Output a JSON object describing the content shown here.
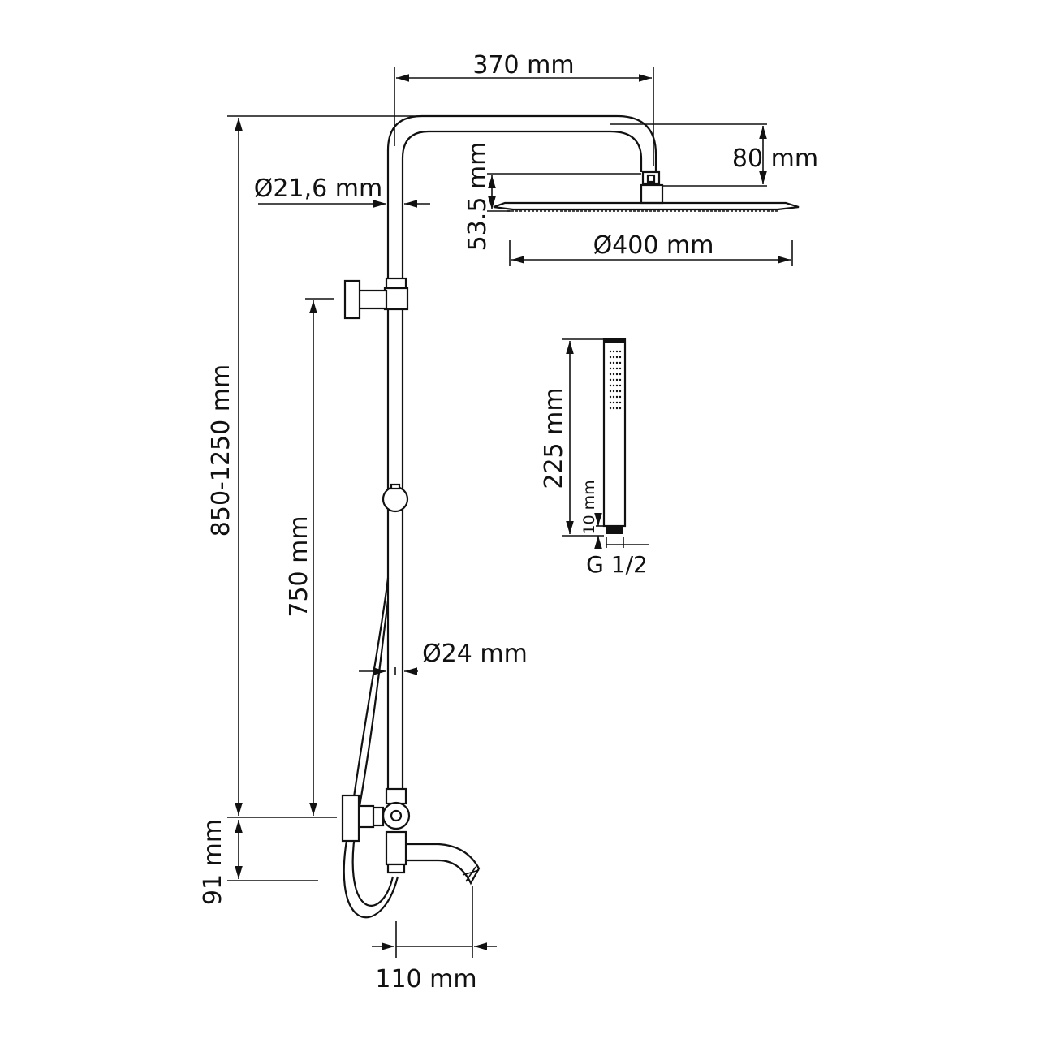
{
  "diagram": {
    "type": "technical-drawing",
    "subject": "shower system with rain shower head, hand shower and bath spout",
    "dimensions": {
      "arm_length": "370 mm",
      "head_drop": "80 mm",
      "top_pipe_diameter": "Ø21,6 mm",
      "head_height": "53.5 mm",
      "head_diameter": "Ø400 mm",
      "total_height": "850-1250 mm",
      "slide_rail_length": "750 mm",
      "hand_shower_length": "225 mm",
      "hand_shower_thread_length": "10 mm",
      "hand_shower_thread": "G 1/2",
      "lower_pipe_diameter": "Ø24 mm",
      "mixer_offset": "91 mm",
      "spout_reach": "110 mm"
    },
    "colors": {
      "line": "#111111",
      "background": "#ffffff"
    }
  }
}
